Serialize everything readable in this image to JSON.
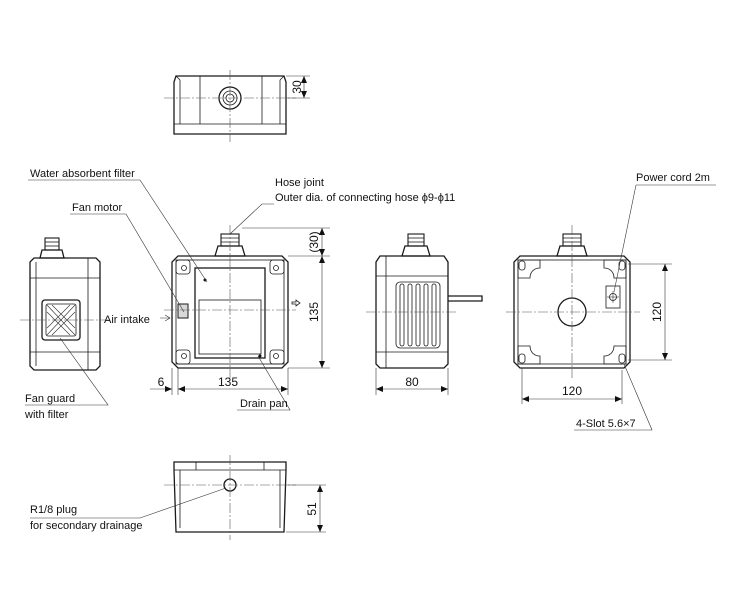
{
  "labels": {
    "water_absorbent_filter": "Water absorbent filter",
    "fan_motor": "Fan motor",
    "hose_joint": "Hose joint",
    "outer_dia": "Outer dia. of connecting hose ϕ9-ϕ11",
    "air_intake": "Air intake",
    "fan_guard_line1": "Fan guard",
    "fan_guard_line2": "with filter",
    "drain_pan": "Drain pan",
    "power_cord": "Power cord 2m",
    "slot": "4-Slot 5.6×7",
    "plug_line1": "R1/8 plug",
    "plug_line2": "for secondary drainage"
  },
  "dimensions": {
    "top_height": "30",
    "front_height": "135",
    "joint_height": "(30)",
    "front_width": "135",
    "offset": "6",
    "side_width": "80",
    "back_width": "120",
    "back_height": "120",
    "bottom_height": "51"
  },
  "colors": {
    "line": "#1a1a1a",
    "background": "#ffffff"
  }
}
